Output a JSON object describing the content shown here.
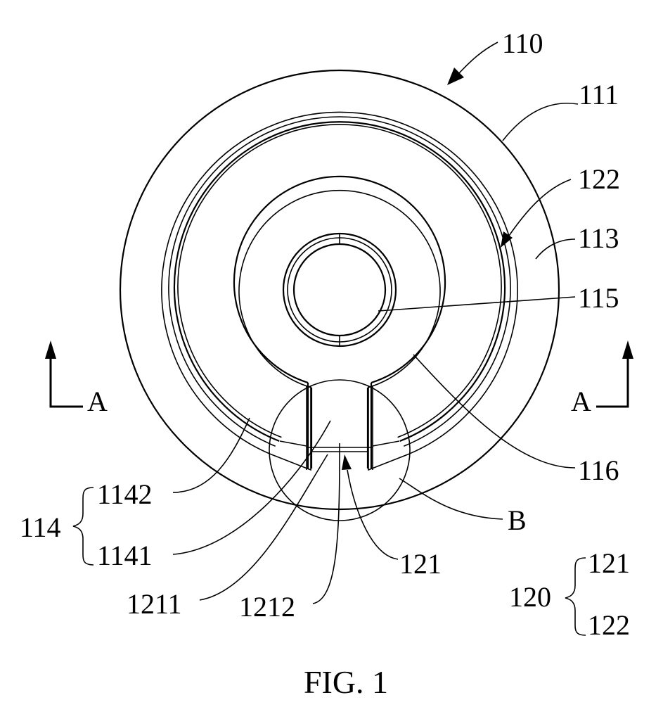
{
  "figure": {
    "caption": "FIG. 1",
    "labels": {
      "l110": "110",
      "l111": "111",
      "l122_top": "122",
      "l113": "113",
      "l115": "115",
      "l116": "116",
      "lB": "B",
      "l121_center": "121",
      "l1142": "1142",
      "l1141": "1141",
      "l114": "114",
      "l1211": "1211",
      "l1212": "1212",
      "l120": "120",
      "l121_group": "121",
      "l122_group": "122",
      "section_left": "A",
      "section_right": "A"
    }
  }
}
